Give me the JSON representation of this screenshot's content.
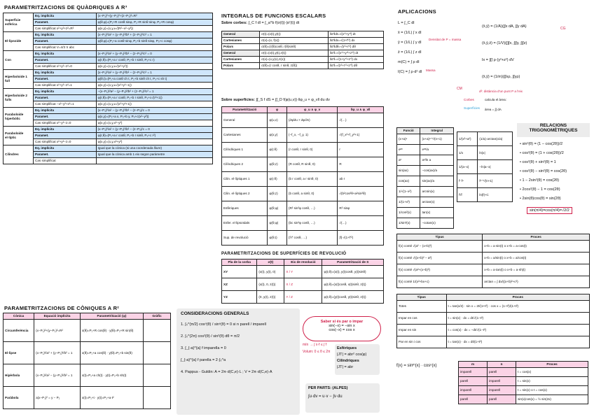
{
  "quadrics": {
    "title": "Parametritzacions de quàdriques a R³",
    "rows": [
      {
        "name": "Superfície esfèrica",
        "impl": "(x−P₁)²+(y−P₂)²+(z−P₃)²=R²",
        "par": "φ(θ,φ)=(P₁+R cosθ sinφ, P₂+R sinθ sinφ, P₃+R cosφ)",
        "cases": "φ(x,y)=(x,y,±√(R²−x²−y²))",
        "case_eq": "x²+y²+z²=R²"
      },
      {
        "name": "El·lipsoide",
        "impl": "(x−P₁)²/a² + (y−P₂)²/b² + (z−P₃)²/c² = 1",
        "par": "φ(θ,φ)=(P₁+a cosθ sinφ, P₂+b sinθ sinφ, P₃+c cosφ)",
        "cases": "",
        "case_eq": "V=4/3 π abc"
      },
      {
        "name": "Con",
        "impl": "(x−P₁)²/a² + (y−P₂)²/b² − (z−P₃)²/c² = 0",
        "par": "φ(r,θ)=(P₁+a r cosθ, P₂+b r sinθ, P₃+c r)",
        "cases": "φ(x,y)=(x,y,±√(x²+y²))",
        "case_eq": "x²+y²−z²=0"
      },
      {
        "name": "Hiperboloide 1 full",
        "impl": "(x−P₁)²/a² + (y−P₂)²/b² − (z−P₃)²/c² = 1",
        "par": "φ(θ,t)=(P₁+a cosθ ch t, P₂+b sinθ ch t, P₃+c sh t)",
        "cases": "φ(x,y)=(x,y,±√(x²+y²−1))",
        "case_eq": "x²+y²−z²=1"
      },
      {
        "name": "Hiperboloide 2 fulls",
        "impl": "−(x−P₁)²/a² − (y−P₂)²/b² + (z−P₃)²/c² = 1",
        "par": "φ(r,θ)=(P₁+a r cosθ, P₂+b r sinθ, P₃+c√(r²+1))",
        "cases": "φ(x,y)=(x,y,±√(x²+y²+1))",
        "case_eq": "−x²−y²+z²=1"
      },
      {
        "name": "Paraboloide hiperbòlic",
        "impl": "(x−P₁)²/a² − (y−P₂)²/b² − (z−P₃)/c = 0",
        "par": "φ(x,y)=(P₁+a x, P₂+b y, P₃+c(x²−y²))",
        "cases": "φ(x,y)=(x,y,x²−y²)",
        "case_eq": "x²−y²−z=0"
      },
      {
        "name": "Paraboloide el·líptic",
        "impl": "(x−P₁)²/a² + (y−P₂)²/b² − (z−P₃)/c = 0",
        "par": "φ(r,θ)=(P₁+a r cosθ, P₂+b r sinθ, P₃+c r²)",
        "cases": "φ(x,y)=(x,y,x²+y²)",
        "case_eq": "x²+y²−z=0"
      },
      {
        "name": "Cilindres",
        "impl": "Igual que la cònica (si una coordenada lliure)",
        "par": "Igual que la cònica amb 1 eix segon paràmetre",
        "cases": "",
        "case_eq": ""
      }
    ],
    "labels": {
      "impl": "Eq. implícita",
      "par": "Paramet.",
      "cases": "Cas simplificat"
    }
  },
  "conics": {
    "title": "Parametritzacions de còniques a R²",
    "headers": [
      "Cònica",
      "Equació implícita",
      "Parametrització (φ)",
      "Gràfic"
    ],
    "rows": [
      {
        "name": "Circumferència",
        "impl": "(x−P₁)²+(y−P₂)²=R²",
        "par": "x(θ)=P₁+R cos(θ) · y(θ)=P₂+R sin(θ)"
      },
      {
        "name": "El·lipse",
        "impl": "(x−P₁)²/a² + (y−P₂)²/b² = 1",
        "par": "x(θ)=P₁+a cos(θ) · y(θ)=P₂+b sin(θ)"
      },
      {
        "name": "Hipèrbola",
        "impl": "(x−P₁)²/a² − (y−P₂)²/b² = 1",
        "par": "x(t)=P₁+a ch(t) · y(t)=P₂+b sh(t)"
      },
      {
        "name": "Paràbola",
        "impl": "a(x−P₁)² = y − P₂",
        "par": "x(t)=P₁+t · y(t)=P₂+a·t²"
      }
    ]
  },
  "integrals": {
    "title": "Integrals de funcions escalars",
    "curve_label": "Sobre corbes:",
    "curve_formula": "∫_C f dl = ∫_a^b f(σ(t))·|σ'(t)| dt",
    "rows": [
      {
        "name": "General",
        "sigma": "σ(t)=(x(t),y(t))",
        "dl": "‖σ'‖dt=√(x'²+y'²) dt"
      },
      {
        "name": "Cartesianes",
        "sigma": "σ(x)=(x, f(x))",
        "dl": "‖σ'‖dx=√(1+f'²) dx"
      },
      {
        "name": "Polars",
        "sigma": "σ(θ)=(r(θ)cosθ, r(θ)sinθ)",
        "dl": "‖σ'‖dθ=√(r²+r'²) dθ"
      },
      {
        "name": "General",
        "sigma": "σ(t)=(x(t),y(t),z(t))",
        "dl": "‖σ'‖=√(x'²+y'²+z'²) dt"
      },
      {
        "name": "Cartesianes",
        "sigma": "σ(x)=(x,y(x),z(x))",
        "dl": "‖σ'‖=√(1+y'²+z'²) dx"
      },
      {
        "name": "Polars",
        "sigma": "σ(θ)=(r cosθ, r sinθ, z(θ))",
        "dl": "‖σ'‖=√(r²+r'²+z'²) dθ"
      }
    ],
    "surface_label": "Sobre superfícies:",
    "surface_formula": "∫∫_S f dS = ∫∫_D f(φ(u,v))·‖φ_u × φ_v‖ du dv"
  },
  "param3d": {
    "title": "Parametrització",
    "headers": [
      "Parametrització",
      "φ",
      "φ_u ∧ φ_v",
      "‖φ_u ∧ φ_v‖"
    ],
    "rows": [
      {
        "name": "General",
        "phi": "φ(u,v)",
        "cross": "(∂φ/∂u × ∂φ/∂v)",
        "norm": "√(…)"
      },
      {
        "name": "Cartesianes",
        "phi": "φ(x,y)",
        "cross": "(−f_x, −f_y, 1)",
        "norm": "√(f_x²+f_y²+1)"
      },
      {
        "name": "Cilíndriques 1",
        "phi": "φ(r,θ)",
        "cross": "(r cosθ, r sinθ, 0)",
        "norm": "r"
      },
      {
        "name": "Cilíndriques 2",
        "phi": "φ(θ,z)",
        "cross": "(R cosθ, R sinθ, 0)",
        "norm": "R"
      },
      {
        "name": "Cilin. el·líptiques 1",
        "phi": "φ(r,θ)",
        "cross": "(b r cosθ, a r sinθ, 0)",
        "norm": "ab r"
      },
      {
        "name": "Cilin. el·líptiques 2",
        "phi": "φ(θ,z)",
        "cross": "(b cosθ, a sinθ, 0)",
        "norm": "√(b²cos²θ+a²sin²θ)"
      },
      {
        "name": "Esfèriques",
        "phi": "φ(θ,φ)",
        "cross": "(R² sin²φ cosθ, …)",
        "norm": "R² sinφ"
      },
      {
        "name": "Esfer. el·lipsoïdals",
        "phi": "φ(θ,φ)",
        "cross": "(bc sin²φ cosθ, …)",
        "norm": "√(…)"
      },
      {
        "name": "Sup. de revolució",
        "phi": "φ(θ,t)",
        "cross": "(f·f' cosθ, …)",
        "norm": "|f|·√(1+f'²)"
      }
    ]
  },
  "revolution": {
    "title": "Parametritzacions de superfícies de revolució",
    "headers": [
      "Pla de la corba",
      "σ(t)",
      "Eix de revolució",
      "Parametrització de S"
    ],
    "rows": [
      {
        "plane": "XY",
        "sigma": "(x(t), y(t), 0)",
        "axis": "X / Y",
        "par": "φ(t,θ)=(x(t), y(t)cosθ, y(t)sinθ)"
      },
      {
        "plane": "XZ",
        "sigma": "(x(t), 0, z(t))",
        "axis": "X / Z",
        "par": "φ(t,θ)=(x(t)cosθ, x(t)sinθ, z(t))"
      },
      {
        "plane": "YZ",
        "sigma": "(0, y(t), z(t))",
        "axis": "Y / Z",
        "par": "φ(t,θ)=(y(t)cosθ, y(t)sinθ, z(t))"
      }
    ]
  },
  "considerations": {
    "title": "Consideracions generals",
    "items": [
      "1. ∫₀^{π/2} cosⁿ(θ) / sinⁿ(θ) = 0 si n parell / imparell",
      "2. ∫₀^{2π} cos²(θ) / sin²(θ) dθ = π/2",
      "3. ∫_{-a}^{a} f imparella = 0",
      "   ∫_{-a}^{a} f parella = 2·∫₀^a",
      "4. Pappus - Guldin:  A = 2π·d(C,e)·L ;  V = 2π·d(C,e)·A"
    ],
    "note_title": "Saber si és par o impar",
    "note": [
      "sin(−x) = −sin x",
      "cos(−x) = cos x"
    ],
    "extra": [
      "mín → ∫ x·f ≤ ∫ f",
      "Volum: 0 ≤ θ ≤ 2π"
    ]
  },
  "coords": {
    "title1": "Esfèriques",
    "formula1": "|JT| = abr² cos(φ)",
    "title2": "Cilíndriques",
    "formula2": "|JT| = abr"
  },
  "parts": {
    "title": "Per parts: (ALPES)",
    "formula": "∫u·dv = u·v − ∫v·du"
  },
  "applications": {
    "title": "Aplicacions",
    "left": [
      "L = ∫_C dl",
      "x̄ = (1/L) ∫ x dl",
      "ȳ = (1/L) ∫ y dl",
      "z̄ = (1/L) ∫ z dl",
      "m(C) = ∫ ρ dl",
      "I(C) = ∫ ρ·d² dl"
    ],
    "right": [
      "(x̄,ȳ) = (1/A)(∫∫x dA, ∫∫y dA)",
      "(x̄,ȳ,z̄) = (1/V)(∫∫∫x, ∫∫∫y, ∫∫∫z)",
      "Ix = ∫∫∫ ρ·(y²+z²) dV",
      "(x̄,ȳ) = (1/m)(∫∫xρ, ∫∫yρ)"
    ],
    "notes": [
      "Densitat de P = massa",
      "Massa",
      "CG",
      "CM",
      "d²: distància d'un punt P a l'eix",
      "calcula el àrea:",
      "àrea = ∫∫ dA"
    ],
    "legend": [
      "Corbes",
      "Superfícies"
    ]
  },
  "integral_table": {
    "headers": [
      "Funció",
      "Integral"
    ],
    "rows": [
      [
        "(x+a)ⁿ",
        "(x+a)ⁿ⁺¹/(n+1)"
      ],
      [
        "eᵃˣ",
        "eᵃˣ/a"
      ],
      [
        "aˣ",
        "aˣ/ln a"
      ],
      [
        "sin(ax)",
        "−cos(ax)/a"
      ],
      [
        "cos(ax)",
        "sin(ax)/a"
      ],
      [
        "1/√(1−x²)",
        "arcsin(x)"
      ],
      [
        "1/(1+x²)",
        "arctan(x)"
      ],
      [
        "1/cos²(x)",
        "tan(x)"
      ],
      [
        "1/sin²(x)",
        "−cotan(x)"
      ]
    ],
    "rows2": [
      [
        "1/(x²+a²)",
        "(1/a)·arctan(x/a)"
      ],
      [
        "1/x",
        "ln|x|"
      ],
      [
        "1/(a−x)",
        "−ln|a−x|"
      ],
      [
        "f'·fⁿ",
        "fⁿ⁺¹/(n+1)"
      ],
      [
        "f'/f",
        "ln|f|+C"
      ]
    ]
  },
  "trig": {
    "title": "Relacions trigonomètriques",
    "rows": [
      "sin²(θ) = (1 − cos(2θ))/2",
      "cos²(θ) = (1 + cos(2θ))/2",
      "cos²(θ) + sin²(θ) = 1",
      "cos²(θ) − sin²(θ) = cos(2θ)",
      "1 − 2sin²(θ) = cos(2θ)",
      "2cos²(θ) − 1 = cos(2θ)",
      "2sin(θ)cos(θ) = sin(2θ)"
    ],
    "extra": "sin(π/4)=cos(π/4)=√2/2"
  },
  "types": {
    "header": [
      "Tipus",
      "Proces"
    ],
    "rows": [
      [
        "f(x) conté √(a² − (x+b)²)",
        "x+b = a·sin(t)  o  x+b = a·cos(t)"
      ],
      [
        "f(x) conté √((x+b)² − a²)",
        "x+b = a/sin(t)  o  x+b = a/cos(t)"
      ],
      [
        "f(x) conté √(a²+(x+b)²)",
        "x+b = a·tan(t)  o  x+b = a·sh(t)"
      ],
      [
        "f(x) conté 1/(x²+bx+c)",
        "arctan = ∫ dx/((x+b)²+c²)"
      ]
    ],
    "header2": [
      "Tipus",
      "Proces"
    ],
    "rows2": [
      [
        "Totes",
        "t = tan(x/2) · sin x = 2t/(1+t²) · cos x = (1−t²)/(1+t²)"
      ],
      [
        "Impar en cos",
        "t = sin(x) · dx = dt/√(1−t²)"
      ],
      [
        "Impar en sin",
        "t = cos(x) · dx = −dt/√(1−t²)"
      ],
      [
        "Par en sin i cos",
        "t = tan(x) · dx = dt/(1+t²)"
      ]
    ],
    "formula": "f(x) = sinᵐ(x) · cosⁿ(x)",
    "mn_headers": [
      "m",
      "n",
      "Proces"
    ],
    "mn_rows": [
      [
        "imparell",
        "parell",
        "t = cos(x)"
      ],
      [
        "parell",
        "imparell",
        "t = sin(x)"
      ],
      [
        "imparell",
        "imparell",
        "t = sin(x) o t = cos(x)"
      ],
      [
        "parell",
        "parell",
        "sin(x)cos(x) = ½ sin(2x)"
      ]
    ]
  },
  "colors": {
    "blue": "#cfe6fb",
    "pink": "#fbd3e6",
    "red": "#d0204a",
    "cyan": "#2a9fd8"
  }
}
